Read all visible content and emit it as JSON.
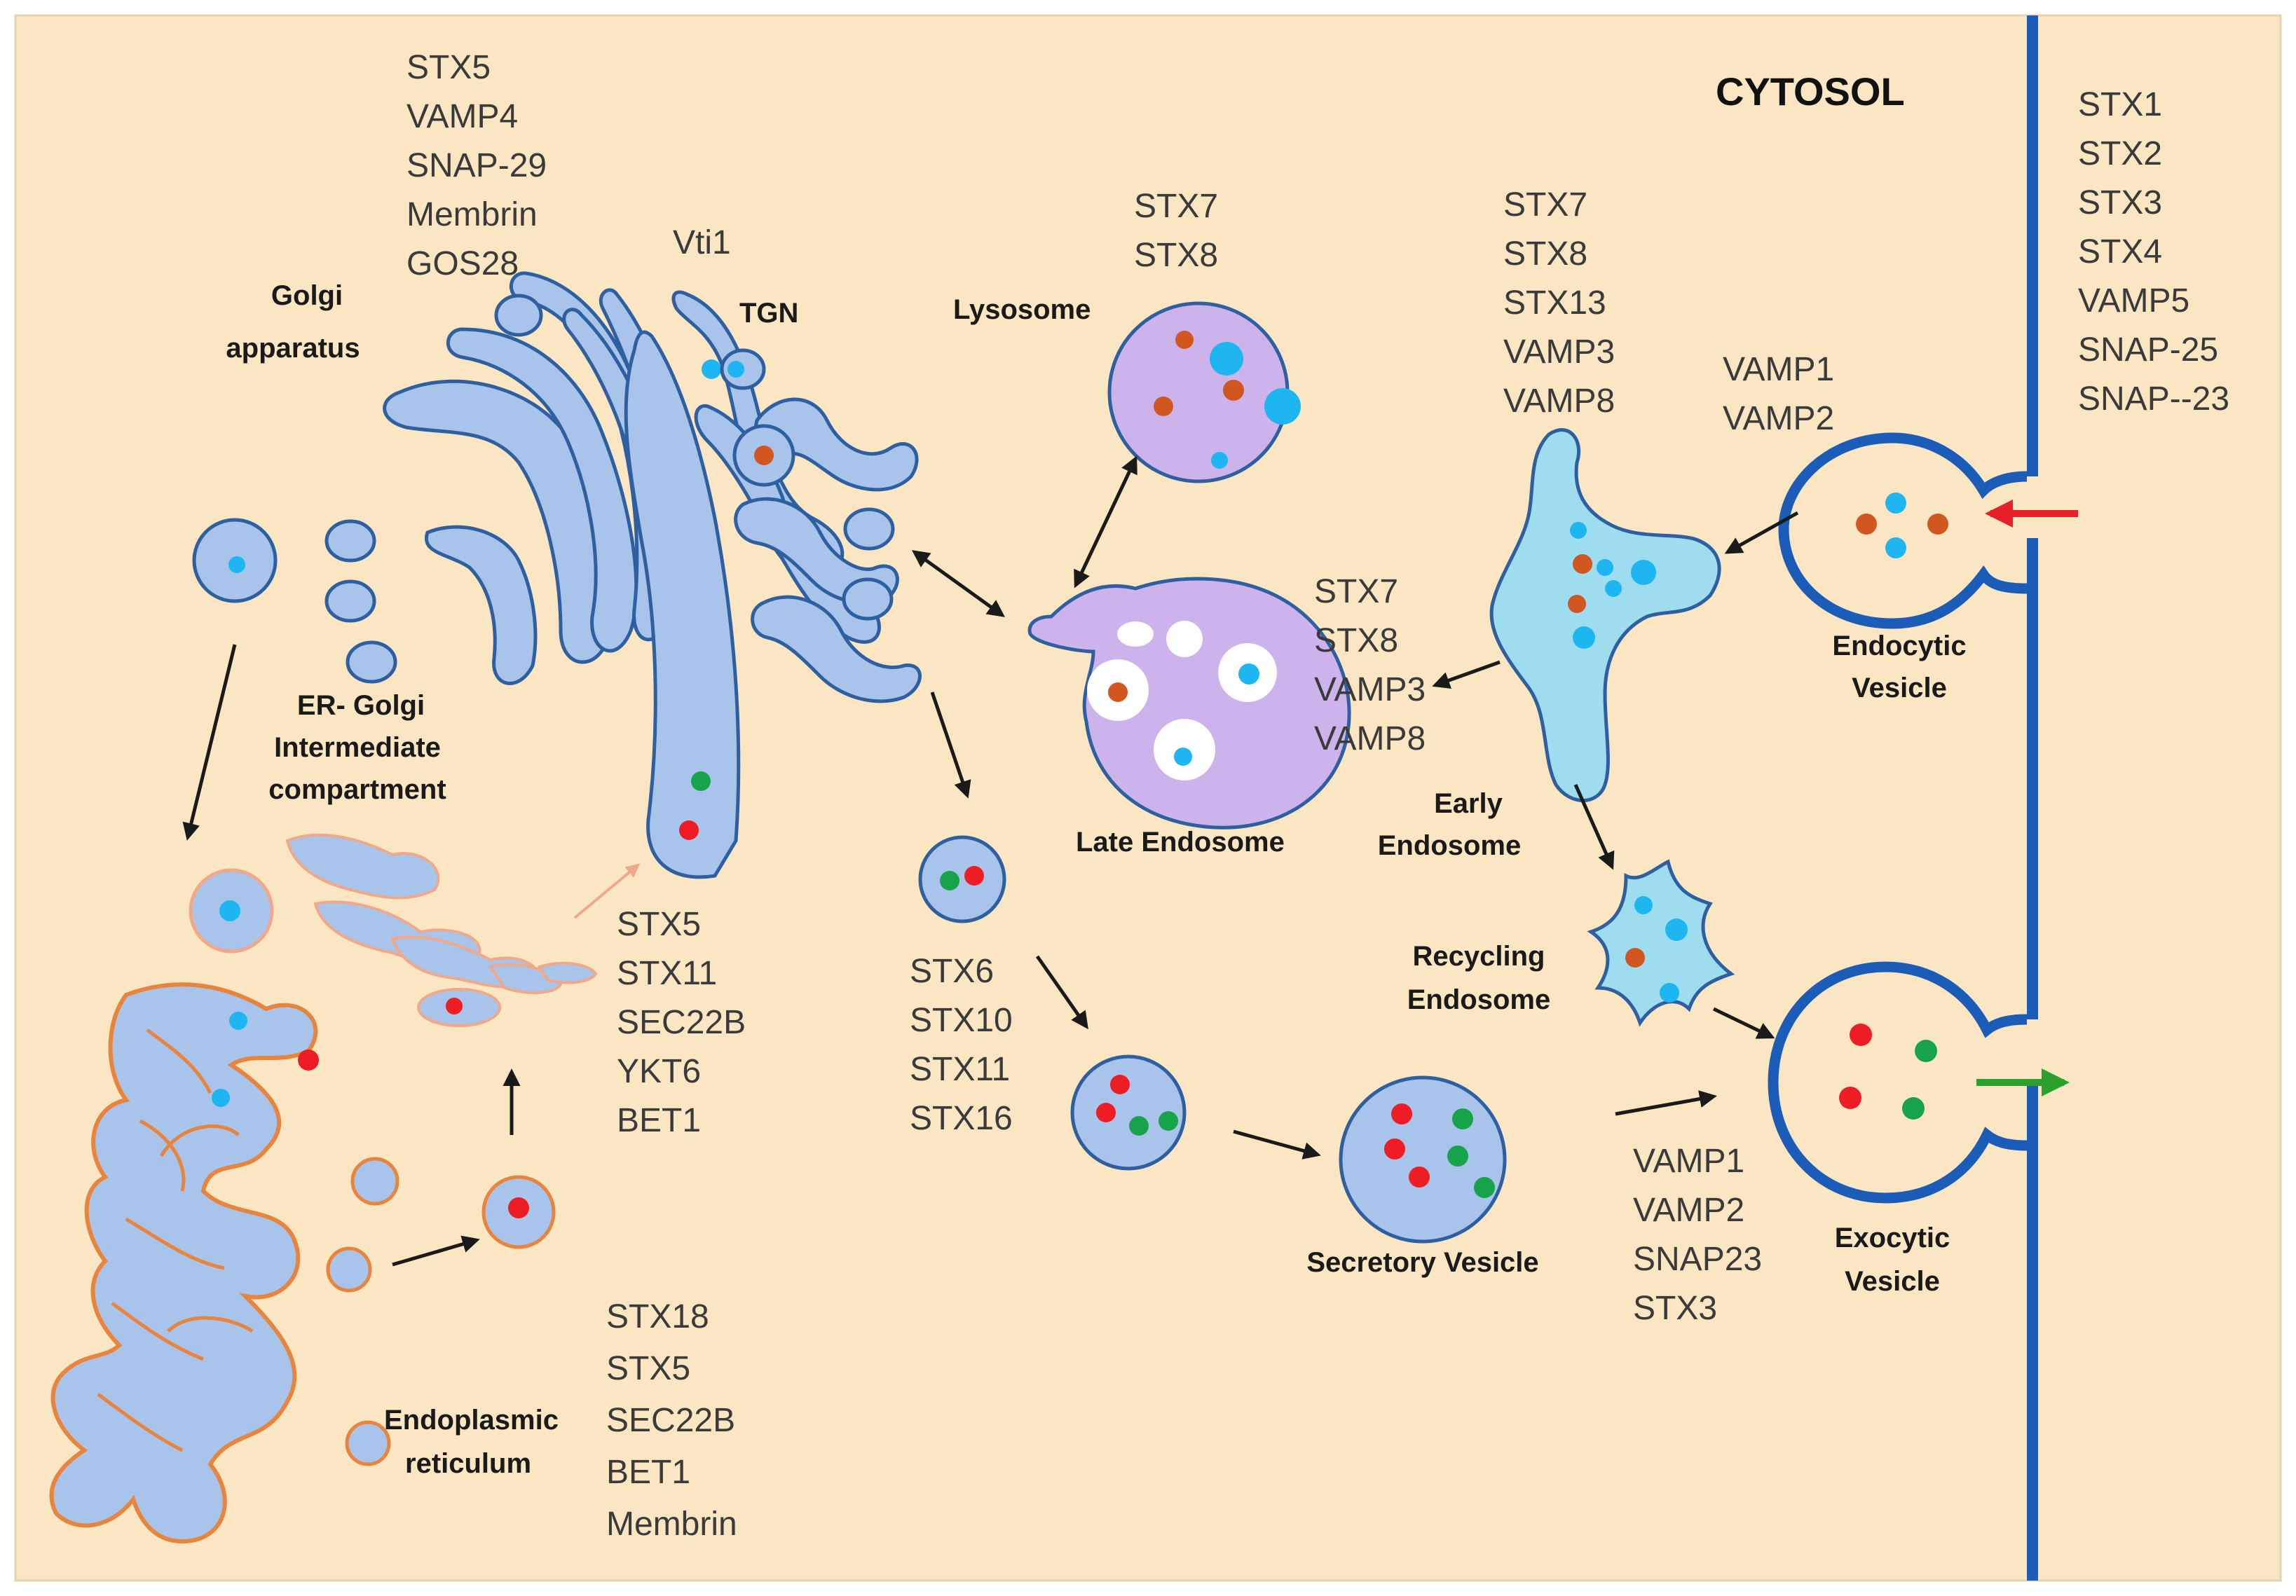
{
  "colors": {
    "background": "#fbe6c3",
    "membrane_fill": "#a8c4ea",
    "membrane_stroke": "#2e5fa0",
    "er_stroke": "#e8843c",
    "lysosome_fill": "#cdb3ec",
    "endosome_fill": "#9edcf0",
    "plasma_membrane": "#1b5cb8",
    "cargo_red": "#ee1c25",
    "cargo_green": "#16a34a",
    "cargo_blue": "#1eb6f0",
    "cargo_orange": "#d2561f",
    "arrow": "#1a1a1a",
    "arrow_er": "#f0a888",
    "arrow_in": "#e8202a",
    "arrow_out": "#2ca02c"
  },
  "labels": {
    "cytosol": "CYTOSOL",
    "golgi": [
      "Golgi",
      "apparatus"
    ],
    "vti1": "Vti1",
    "tgn": "TGN",
    "lysosome": "Lysosome",
    "late_endosome": "Late Endosome",
    "early_endosome": [
      "Early",
      "Endosome"
    ],
    "recycling_endosome": [
      "Recycling",
      "Endosome"
    ],
    "endocytic_vesicle": [
      "Endocytic",
      "Vesicle"
    ],
    "exocytic_vesicle": [
      "Exocytic",
      "Vesicle"
    ],
    "secretory_vesicle": "Secretory Vesicle",
    "ergic": [
      "ER- Golgi",
      "Intermediate",
      "compartment"
    ],
    "er": [
      "Endoplasmic",
      "reticulum"
    ]
  },
  "snare_lists": {
    "golgi_top": [
      "STX5",
      "VAMP4",
      "SNAP-29",
      "Membrin",
      "GOS28"
    ],
    "lysosome": [
      "STX7",
      "STX8"
    ],
    "early_endosome": [
      "STX7",
      "STX8",
      "STX13",
      "VAMP3",
      "VAMP8"
    ],
    "plasma_membrane": [
      "STX1",
      "STX2",
      "STX3",
      "STX4",
      "VAMP5",
      "SNAP-25",
      "SNAP--23"
    ],
    "endocytic": [
      "VAMP1",
      "VAMP2"
    ],
    "late_endosome": [
      "STX7",
      "STX8",
      "VAMP3",
      "VAMP8"
    ],
    "ergic": [
      "STX5",
      "STX11",
      "SEC22B",
      "YKT6",
      "BET1"
    ],
    "tgn_secretory": [
      "STX6",
      "STX10",
      "STX11",
      "STX16"
    ],
    "exocytic": [
      "VAMP1",
      "VAMP2",
      "SNAP23",
      "STX3"
    ],
    "er": [
      "STX18",
      "STX5",
      "SEC22B",
      "BET1",
      "Membrin"
    ]
  }
}
